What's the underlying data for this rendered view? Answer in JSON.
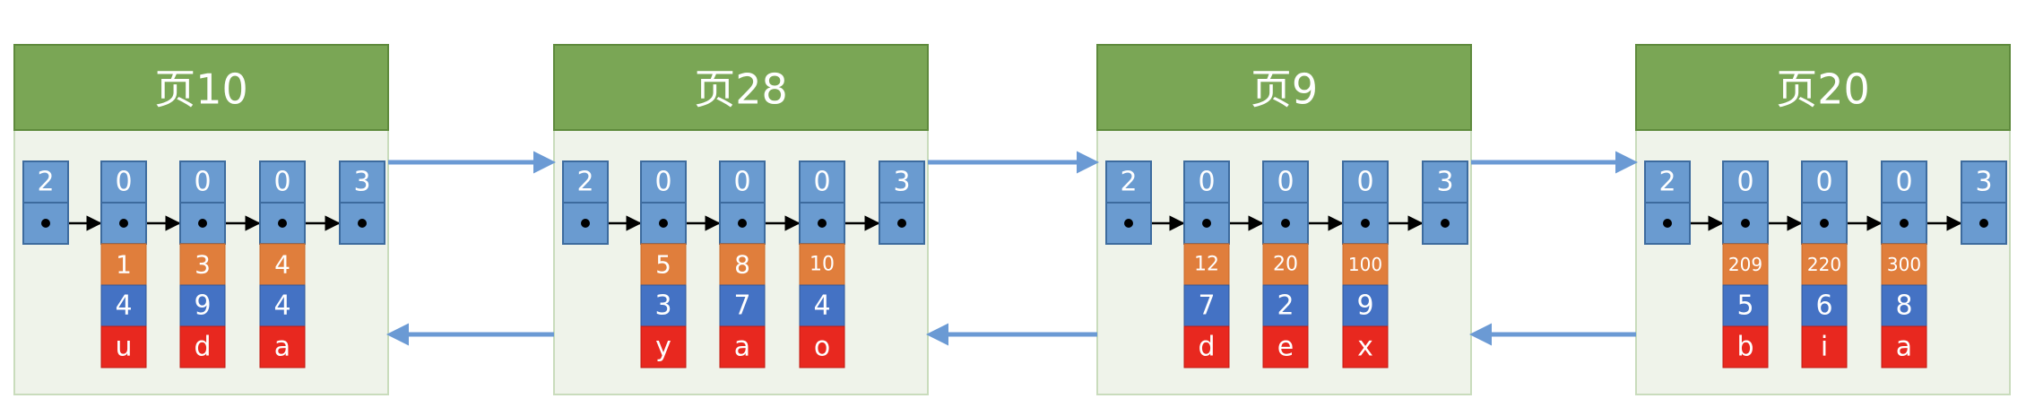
{
  "colors": {
    "header": "#7aa655",
    "header_border": "#5e8a3c",
    "body": "#eff3ea",
    "body_border": "#c9dcbc",
    "cell": "#6a9bd0",
    "cell_border": "#3d6b9e",
    "orange": "#e07e3c",
    "blue": "#4472c4",
    "red": "#e8281f",
    "link_arrow": "#6b9ad4",
    "pointer": "#000000",
    "text_light": "#ffffff",
    "text_dark": "#ffffff"
  },
  "pages": [
    {
      "title": "页10",
      "left_record": "2",
      "right_record": "3",
      "records": [
        {
          "flag": "0",
          "key": "1",
          "value": "4",
          "letter": "u"
        },
        {
          "flag": "0",
          "key": "3",
          "value": "9",
          "letter": "d"
        },
        {
          "flag": "0",
          "key": "4",
          "value": "4",
          "letter": "a"
        }
      ]
    },
    {
      "title": "页28",
      "left_record": "2",
      "right_record": "3",
      "records": [
        {
          "flag": "0",
          "key": "5",
          "value": "3",
          "letter": "y"
        },
        {
          "flag": "0",
          "key": "8",
          "value": "7",
          "letter": "a"
        },
        {
          "flag": "0",
          "key": "10",
          "value": "4",
          "letter": "o"
        }
      ]
    },
    {
      "title": "页9",
      "left_record": "2",
      "right_record": "3",
      "records": [
        {
          "flag": "0",
          "key": "12",
          "value": "7",
          "letter": "d"
        },
        {
          "flag": "0",
          "key": "20",
          "value": "2",
          "letter": "e"
        },
        {
          "flag": "0",
          "key": "100",
          "value": "9",
          "letter": "x"
        }
      ]
    },
    {
      "title": "页20",
      "left_record": "2",
      "right_record": "3",
      "records": [
        {
          "flag": "0",
          "key": "209",
          "value": "5",
          "letter": "b"
        },
        {
          "flag": "0",
          "key": "220",
          "value": "6",
          "letter": "i"
        },
        {
          "flag": "0",
          "key": "300",
          "value": "8",
          "letter": "a"
        }
      ]
    }
  ]
}
